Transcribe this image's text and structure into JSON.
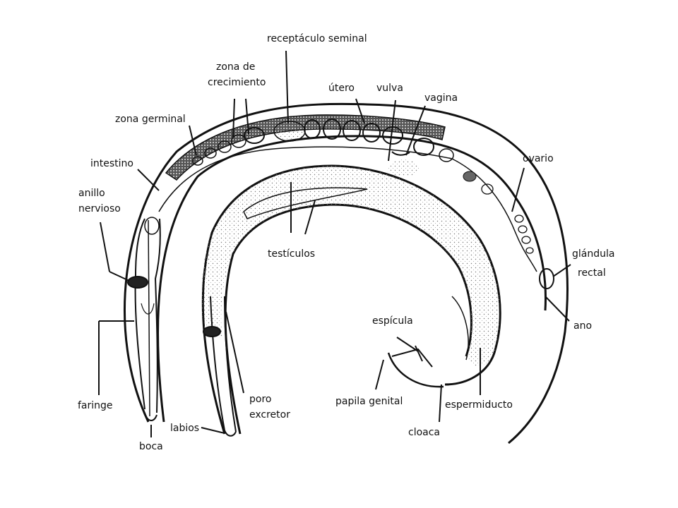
{
  "labels": {
    "receptaculo_seminal": "receptáculo seminal",
    "zona_de": "zona de",
    "crecimiento": "crecimiento",
    "zona_germinal": "zona germinal",
    "utero": "útero",
    "vulva": "vulva",
    "vagina": "vagina",
    "intestino": "intestino",
    "ovario": "ovario",
    "anillo": "anillo",
    "nervioso": "nervioso",
    "glandula": "glándula",
    "rectal": "rectal",
    "testiculos": "testículos",
    "ano": "ano",
    "espicula": "espícula",
    "faringe": "faringe",
    "poro": "poro",
    "excretor": "excretor",
    "papila_genital": "papila genital",
    "espermiducto": "espermiducto",
    "labios": "labios",
    "cloaca": "cloaca",
    "boca": "boca"
  }
}
